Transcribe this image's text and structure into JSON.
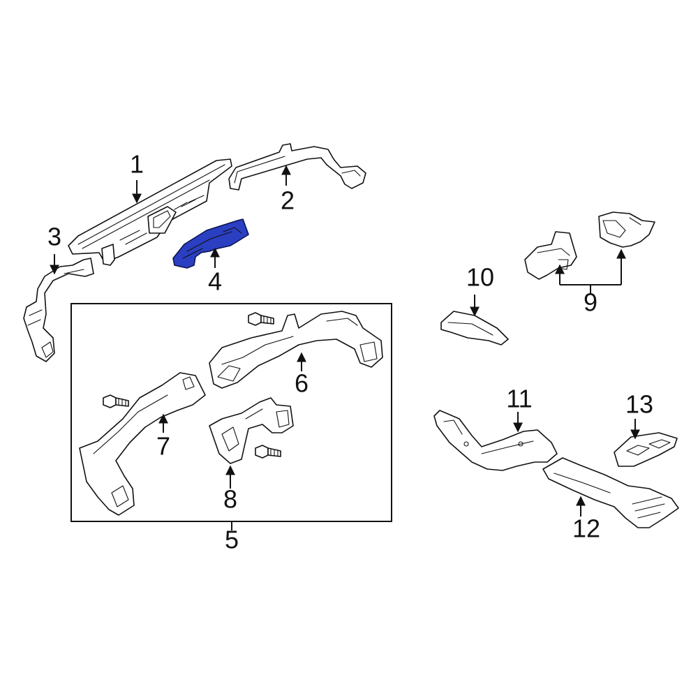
{
  "callouts": {
    "c1": "1",
    "c2": "2",
    "c3": "3",
    "c4": "4",
    "c5": "5",
    "c6": "6",
    "c7": "7",
    "c8": "8",
    "c9": "9",
    "c10": "10",
    "c11": "11",
    "c12": "12",
    "c13": "13"
  },
  "colors": {
    "highlight": "#2b3fc2",
    "line": "#111111",
    "background": "#ffffff"
  }
}
